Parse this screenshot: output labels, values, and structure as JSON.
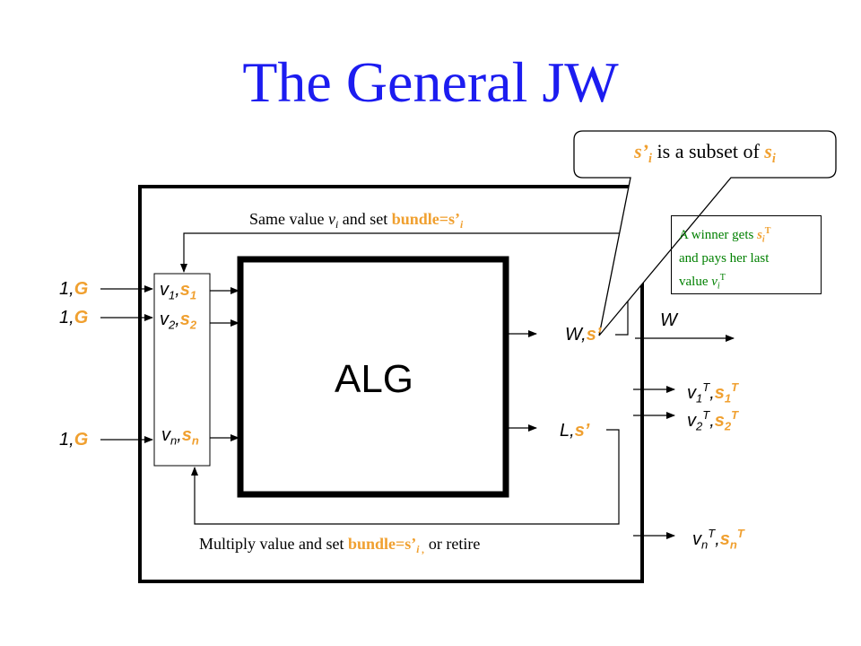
{
  "title": "The General JW",
  "callout": {
    "s_prime": "s’",
    "sub_i": "i",
    "middle": " is a subset of ",
    "s": "s",
    "sub_i2": "i"
  },
  "winner_note": {
    "line1_prefix": "A winner gets ",
    "s": "s",
    "sub_i": "i",
    "sup_T": "T",
    "line2": "and pays her last",
    "line3_prefix": "value ",
    "v": "v",
    "sub_i2": "i",
    "sup_T2": "T"
  },
  "top_caption": {
    "prefix": "Same value ",
    "v": "v",
    "sub_i": "i",
    "middle": " and set ",
    "bundle": "bundle=s’",
    "sub_i2": "i"
  },
  "bottom_caption": {
    "prefix": "Multiply value and set ",
    "bundle": "bundle=s’",
    "sub_i": "i ,",
    "suffix": " or retire"
  },
  "inputs": [
    {
      "one": "1,",
      "g": "G"
    },
    {
      "one": "1,",
      "g": "G"
    },
    {
      "one": "1,",
      "g": "G"
    }
  ],
  "bidders": [
    {
      "v": "v",
      "vsub": "1",
      "comma": ",",
      "s": "s",
      "ssub": "1"
    },
    {
      "v": "v",
      "vsub": "2",
      "comma": ",",
      "s": "s",
      "ssub": "2"
    },
    {
      "v": "v",
      "vsub": "n",
      "comma": ",",
      "s": "s",
      "ssub": "n"
    }
  ],
  "alg_label": "ALG",
  "winner_out": {
    "w": "W,",
    "s": "s’"
  },
  "loser_out": {
    "l": "L,",
    "s": "s’"
  },
  "w_label": "W",
  "outputs": [
    {
      "v": "v",
      "vsub": "1",
      "vsup": "T",
      "comma": ",",
      "s": "s",
      "ssub": "1",
      "ssup": "T"
    },
    {
      "v": "v",
      "vsub": "2",
      "vsup": "T",
      "comma": ",",
      "s": "s",
      "ssub": "2",
      "ssup": "T"
    },
    {
      "v": "v",
      "vsub": "n",
      "vsup": "T",
      "comma": ",",
      "s": "s",
      "ssub": "n",
      "ssup": "T"
    }
  ]
}
